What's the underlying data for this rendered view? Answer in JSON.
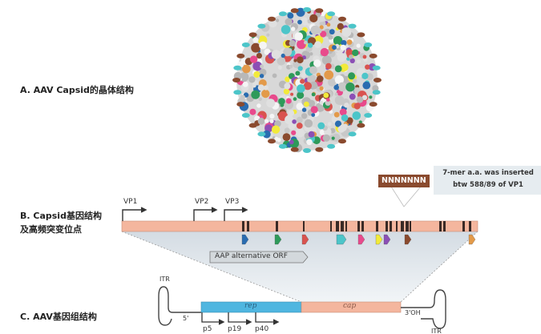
{
  "labels": {
    "a": "A. AAV Capsid的晶体结构",
    "b1": "B. Capsid基因结构",
    "b2": "及高频突变位点",
    "c": "C. AAV基因组结构"
  },
  "capsid": {
    "vp1": "VP1",
    "vp2": "VP2",
    "vp3": "VP3",
    "insert": "NNNNNNN",
    "note1": "7-mer a.a. was inserted",
    "note2": "btw 588/89 of VP1",
    "aap": "AAP alternative ORF",
    "marker_colors": [
      "#2a6cb0",
      "#2e9a5a",
      "#d9534f",
      "#4cc5c9",
      "#e84a8c",
      "#f2ea3a",
      "#8b4fb5",
      "#8a4a2e",
      "#e39a4a"
    ]
  },
  "genome": {
    "itr_left": "ITR",
    "itr_right": "ITR",
    "five": "5'",
    "three": "3'OH",
    "rep": "rep",
    "cap": "cap",
    "p5": "p5",
    "p19": "p19",
    "p40": "p40",
    "rep_color": "#4fb6e0",
    "cap_color": "#f4b69e"
  }
}
